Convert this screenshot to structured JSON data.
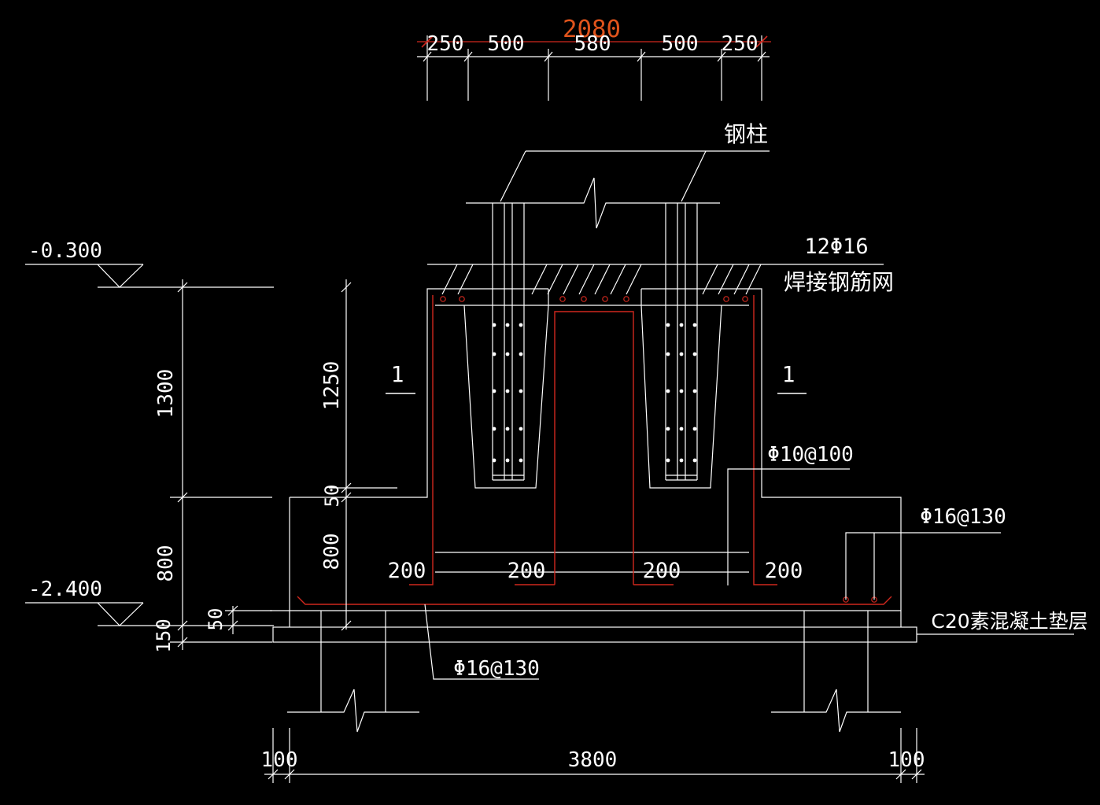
{
  "colors": {
    "background": "#000000",
    "line": "#ffffff",
    "rebar": "#d0281e",
    "accent_text": "#e0541c"
  },
  "labels": {
    "top_total": "2080",
    "top_segments": [
      "250",
      "500",
      "580",
      "500",
      "250"
    ],
    "steel_column": "钢柱",
    "rebar_count": "12Φ16",
    "welded_mesh": "焊接钢筋网",
    "elev_top": "-0.300",
    "elev_bottom": "-2.400",
    "section_mark": "1",
    "dim_1300": "1300",
    "dim_1250": "1250",
    "dim_800_left": "800",
    "dim_800_inner": "800",
    "dim_50": "50",
    "dim_50_low": "50",
    "dim_150": "150",
    "stirrup": "Φ10@100",
    "rebar_right": "Φ16@130",
    "rebar_bottom": "Φ16@130",
    "cover_200": [
      "200",
      "200",
      "200",
      "200"
    ],
    "pad": "C20素混凝土垫层",
    "bottom_left": "100",
    "bottom_mid": "3800",
    "bottom_right": "100"
  }
}
